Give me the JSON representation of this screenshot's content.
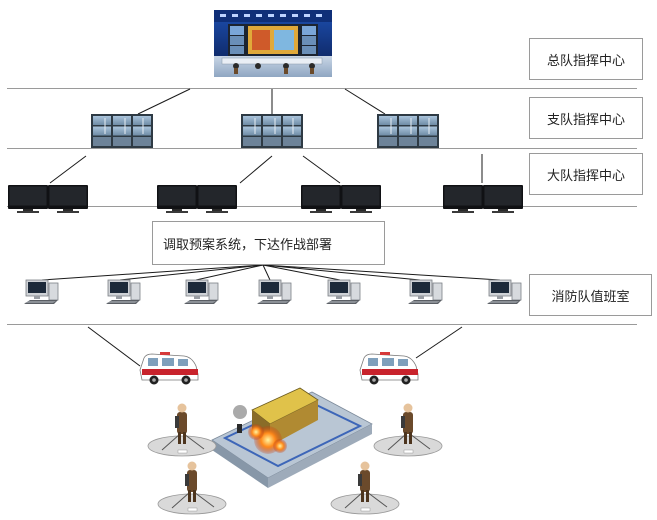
{
  "levels": [
    {
      "label": "总队指挥中心"
    },
    {
      "label": "支队指挥中心"
    },
    {
      "label": "大队指挥中心"
    },
    {
      "label": "消防队值班室"
    }
  ],
  "callout": {
    "text": "调取预案系统，下达作战部署"
  },
  "icons": {
    "command_room": "command-center-room-image",
    "video_wall": "video-wall-icon",
    "monitor": "monitor-icon",
    "workstation": "computer-workstation-icon",
    "fire_truck": "fire-truck-icon",
    "firefighter": "firefighter-icon",
    "fire_scene": "burning-vehicle-scene-icon"
  },
  "colors": {
    "line": "#9a9a9a",
    "connector": "#1a1a1a",
    "truck_red": "#c8232c",
    "fire": "#ff7a1a"
  }
}
